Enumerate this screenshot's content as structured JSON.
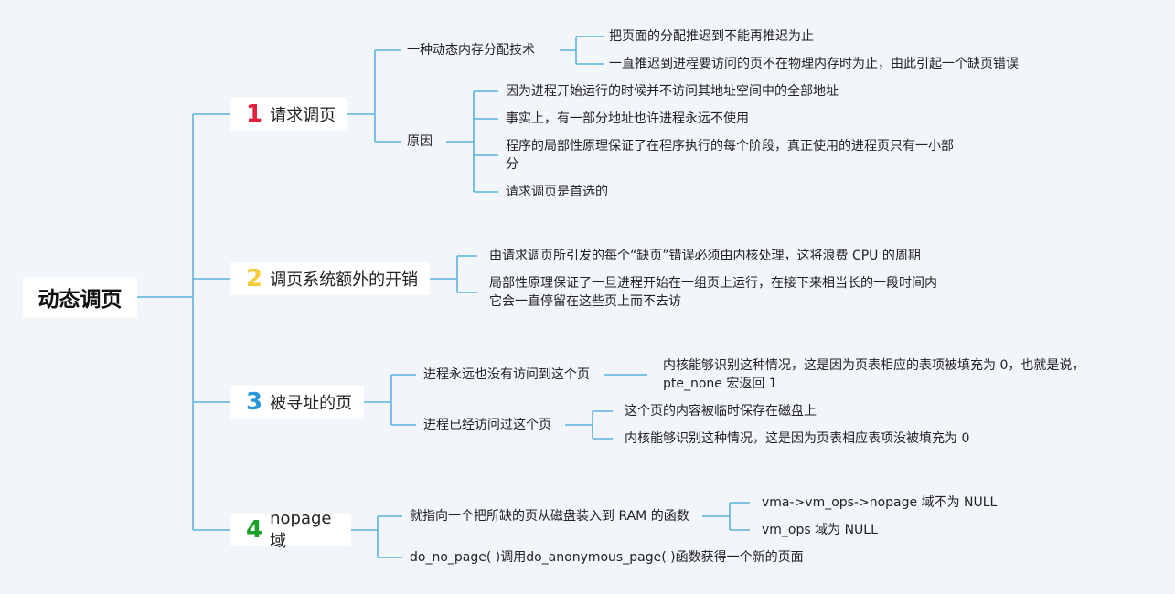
{
  "root": "动态调页",
  "branches": [
    {
      "num": "1",
      "num_color": "#e0213a",
      "label": "请求调页",
      "children": [
        {
          "label": "一种动态内存分配技术",
          "children": [
            "把页面的分配推迟到不能再推迟为止",
            "一直推迟到进程要访问的页不在物理内存时为止，由此引起一个缺页错误"
          ]
        },
        {
          "label": "原因",
          "children": [
            "因为进程开始运行的时候并不访问其地址空间中的全部地址",
            "事实上，有一部分地址也许进程永远不使用",
            "程序的局部性原理保证了在程序执行的每个阶段，真正使用的进程页只有一小部分",
            "请求调页是首选的"
          ]
        }
      ]
    },
    {
      "num": "2",
      "num_color": "#f5cc3a",
      "label": "调页系统额外的开销",
      "children": [
        {
          "label": "由请求调页所引发的每个“缺页”错误必须由内核处理，这将浪费 CPU 的周期"
        },
        {
          "label": "局部性原理保证了一旦进程开始在一组页上运行，在接下来相当长的一段时间内它会一直停留在这些页上而不去访"
        }
      ]
    },
    {
      "num": "3",
      "num_color": "#2a97db",
      "label": "被寻址的页",
      "children": [
        {
          "label": "进程永远也没有访问到这个页",
          "children": [
            "内核能够识别这种情况，这是因为页表相应的表项被填充为 0，也就是说，pte_none 宏返回 1"
          ]
        },
        {
          "label": "进程已经访问过这个页",
          "children": [
            "这个页的内容被临时保存在磁盘上",
            "内核能够识别这种情况，这是因为页表相应表项没被填充为 0"
          ]
        }
      ]
    },
    {
      "num": "4",
      "num_color": "#1e9e2a",
      "label": "nopage 域",
      "children": [
        {
          "label": "就指向一个把所缺的页从磁盘装入到 RAM 的函数",
          "children": [
            "vma->vm_ops->nopage 域不为 NULL",
            "vm_ops 域为 NULL"
          ]
        },
        {
          "label": "do_no_page( )调用do_anonymous_page( )函数获得一个新的页面"
        }
      ]
    }
  ],
  "colors": {
    "line": "#5bb3dc",
    "background": "#f2f5fa"
  }
}
